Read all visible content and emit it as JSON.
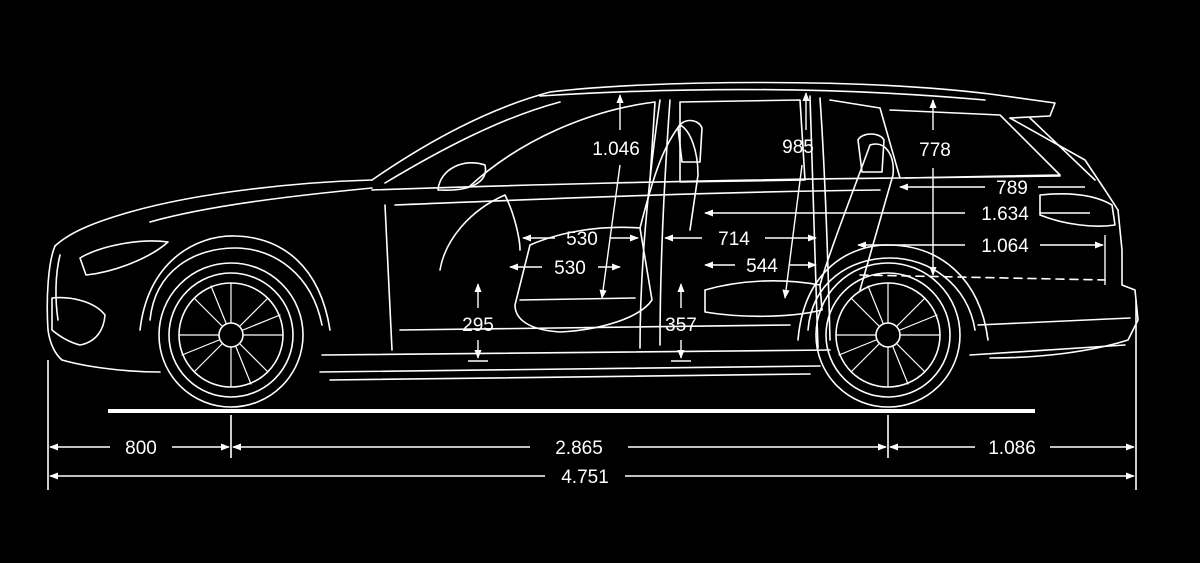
{
  "colors": {
    "background": "#000000",
    "line": "#ffffff"
  },
  "dimensions": {
    "front_overhang": "800",
    "wheelbase": "2.865",
    "rear_overhang": "1.086",
    "overall_length": "4.751",
    "front_headroom": "1.046",
    "rear_headroom": "985",
    "cargo_height": "778",
    "cargo_length_upper": "789",
    "cargo_length_max": "1.634",
    "cargo_length_floor": "1.064",
    "front_seat_depth_upper": "530",
    "front_seat_depth_lower": "530",
    "rear_legroom_upper": "714",
    "rear_legroom_lower": "544",
    "front_seat_height": "295",
    "rear_seat_height": "357"
  }
}
